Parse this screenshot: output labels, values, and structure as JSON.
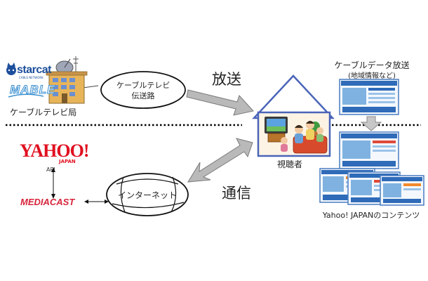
{
  "logos": {
    "starcat": "starcat",
    "starcat_sub": "CABLE NETWORK",
    "mable": "MABLE",
    "yahoo": "YAHOO!",
    "yahoo_japan": "JAPAN",
    "api": "API",
    "mediacast": "MEDIACAST"
  },
  "labels": {
    "cable_station": "ケーブルテレビ局",
    "transmission_line_1": "ケーブルテレビ",
    "transmission_line_2": "伝送路",
    "broadcast": "放送",
    "communication": "通信",
    "internet": "インターネット",
    "viewer": "視聴者",
    "cable_data_broadcast": "ケーブルデータ放送",
    "regional_info": "(地域情報など)",
    "yahoo_contents": "Yahoo! JAPANのコンテンツ"
  },
  "colors": {
    "arrow_fill": "#b9b9b9",
    "arrow_stroke": "#7a7a7a",
    "yahoo_red": "#e01020",
    "mediacast_red": "#d6243a",
    "starcat_blue": "#1d4f9c",
    "mable_blue": "#3a8fd0",
    "house_line": "#4a64b8",
    "screen_blue": "#3b79c8"
  }
}
